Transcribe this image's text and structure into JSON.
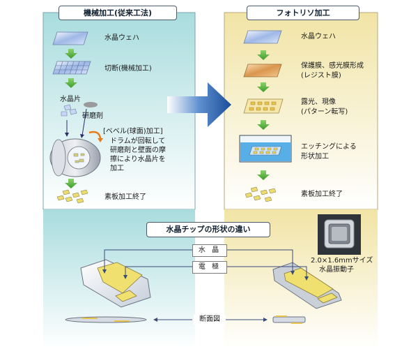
{
  "left_panel": {
    "title": "機械加工(従来工法)",
    "steps": {
      "wafer": "水晶ウェハ",
      "cutting": "切断(機械加工)",
      "pieces": "水晶片",
      "abrasive": "研磨剤",
      "bevel_title": "[ベベル(球面)加工]",
      "bevel_desc": [
        "ドラムが回転して",
        "研磨剤と壁面の摩",
        "擦により水晶片を",
        "加工"
      ],
      "finish": "素板加工終了"
    }
  },
  "right_panel": {
    "title": "フォトリソ加工",
    "steps": {
      "wafer": "水晶ウェハ",
      "protect": [
        "保護膜、感光膜形成",
        "(レジスト膜)"
      ],
      "expose": [
        "露光、現像",
        "(パターン転写)"
      ],
      "etch": [
        "エッチングによる",
        "形状加工"
      ],
      "finish": "素板加工終了"
    }
  },
  "comparison": {
    "title": "水晶チップの形状の違い",
    "crystal_label": "水 晶",
    "electrode_label": "電 極",
    "cross_section_label": "断面図",
    "photo_caption": [
      "2.0×1.6mmサイズ",
      "水晶振動子"
    ]
  }
}
